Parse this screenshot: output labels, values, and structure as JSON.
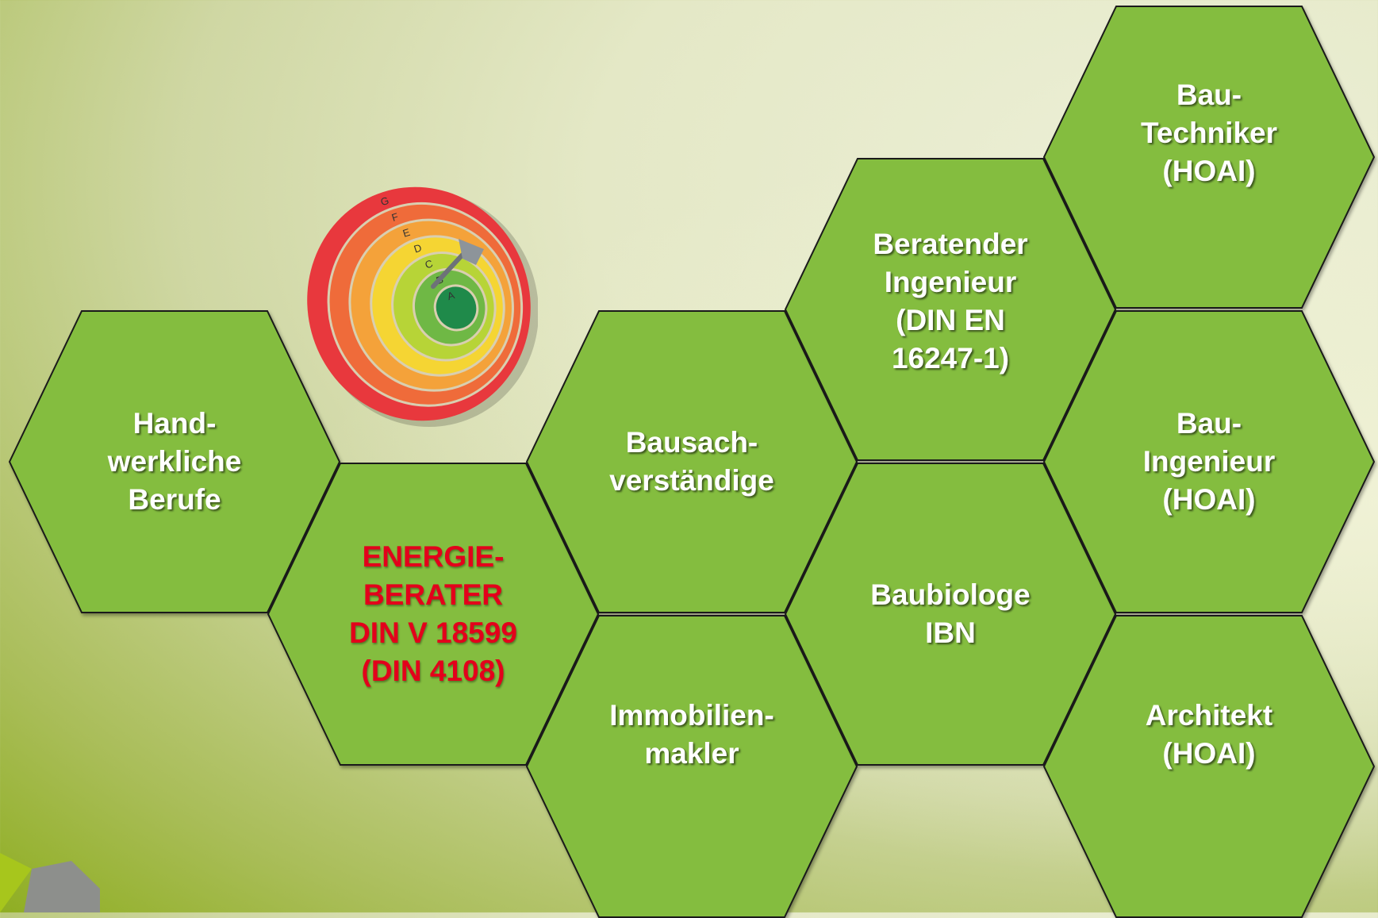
{
  "hexagons": [
    {
      "id": "handwerkliche-berufe",
      "label": "Hand-\nwerkliche\nBerufe",
      "col": 0,
      "row": 1.0,
      "label_dy": 0,
      "highlight": false
    },
    {
      "id": "energieberater",
      "label": "ENERGIE-\nBERATER\nDIN V 18599\n(DIN 4108)",
      "col": 1,
      "row": 1.5,
      "label_dy": 0,
      "highlight": true
    },
    {
      "id": "bausachverstaendige",
      "label": "Bausach-\nverständige",
      "col": 2,
      "row": 1.0,
      "label_dy": 0,
      "highlight": false
    },
    {
      "id": "immobilienmakler",
      "label": "Immobilien-\nmakler",
      "col": 2,
      "row": 2.0,
      "label_dy": -40,
      "highlight": false
    },
    {
      "id": "beratender-ingenieur",
      "label": "Beratender\nIngenieur\n(DIN EN\n16247-1)",
      "col": 3,
      "row": 0.5,
      "label_dy": -10,
      "highlight": false
    },
    {
      "id": "baubiologe",
      "label": "Baubiologe\nIBN",
      "col": 3,
      "row": 1.5,
      "label_dy": 0,
      "highlight": false
    },
    {
      "id": "bau-techniker",
      "label": "Bau-\nTechniker\n(HOAI)",
      "col": 4,
      "row": 0.0,
      "label_dy": -30,
      "highlight": false
    },
    {
      "id": "bau-ingenieur",
      "label": "Bau-\nIngenieur\n(HOAI)",
      "col": 4,
      "row": 1.0,
      "label_dy": 0,
      "highlight": false
    },
    {
      "id": "architekt",
      "label": "Architekt\n(HOAI)",
      "col": 4,
      "row": 2.0,
      "label_dy": -40,
      "highlight": false
    }
  ],
  "target_graphic": {
    "rings": [
      "G",
      "F",
      "E",
      "D",
      "C",
      "B",
      "A"
    ],
    "ring_colors": [
      "#e8383d",
      "#ef6b3a",
      "#f4a23a",
      "#f5d533",
      "#b7d437",
      "#6fb845",
      "#1f8a4a"
    ]
  },
  "colors": {
    "hex_fill": "#84bd3f",
    "hex_stroke": "#1a1a1a",
    "label_text": "#ffffff",
    "highlight_text": "#e3001b"
  }
}
